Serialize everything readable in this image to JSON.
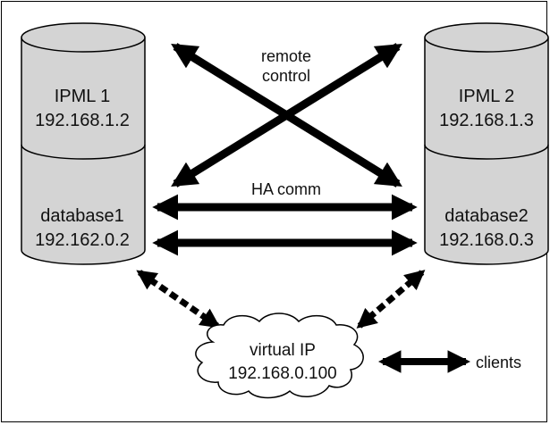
{
  "servers": [
    {
      "top_name": "IPML 1",
      "top_ip": "192.168.1.2",
      "bottom_name": "database1",
      "bottom_ip": "192.162.0.2"
    },
    {
      "top_name": "IPML 2",
      "top_ip": "192.168.1.3",
      "bottom_name": "database2",
      "bottom_ip": "192.168.0.3"
    }
  ],
  "labels": {
    "remote_line1": "remote",
    "remote_line2": "control",
    "ha_comm": "HA comm",
    "virtual_ip_name": "virtual IP",
    "virtual_ip_addr": "192.168.0.100",
    "clients": "clients"
  },
  "colors": {
    "cylinder_fill": "#d4d4d4",
    "stroke": "#000000",
    "arrow": "#000000"
  }
}
